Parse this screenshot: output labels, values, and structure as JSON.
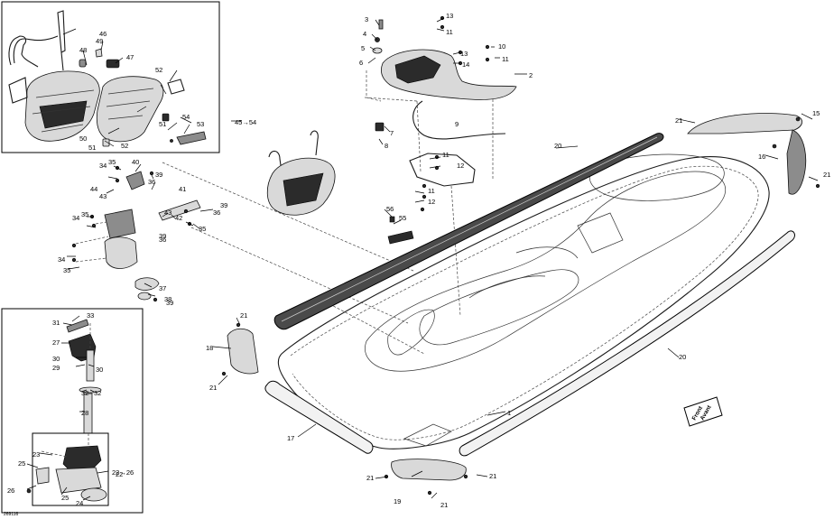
{
  "diagram": {
    "drawing_code": "269116",
    "front_marker": {
      "line1": "Front",
      "line2": "Avant"
    }
  },
  "callouts": [
    {
      "id": "c1",
      "text": "1"
    },
    {
      "id": "c2",
      "text": "2"
    },
    {
      "id": "c3",
      "text": "3"
    },
    {
      "id": "c4",
      "text": "4"
    },
    {
      "id": "c5",
      "text": "5"
    },
    {
      "id": "c6",
      "text": "6"
    },
    {
      "id": "c7",
      "text": "7"
    },
    {
      "id": "c8",
      "text": "8"
    },
    {
      "id": "c9",
      "text": "9"
    },
    {
      "id": "c10",
      "text": "10"
    },
    {
      "id": "c11a",
      "text": "11"
    },
    {
      "id": "c11b",
      "text": "11"
    },
    {
      "id": "c11c",
      "text": "11"
    },
    {
      "id": "c11d",
      "text": "11"
    },
    {
      "id": "c12a",
      "text": "12"
    },
    {
      "id": "c12b",
      "text": "12"
    },
    {
      "id": "c13a",
      "text": "13"
    },
    {
      "id": "c13b",
      "text": "13"
    },
    {
      "id": "c14",
      "text": "14"
    },
    {
      "id": "c15",
      "text": "15"
    },
    {
      "id": "c16",
      "text": "16"
    },
    {
      "id": "c17",
      "text": "17"
    },
    {
      "id": "c18",
      "text": "18"
    },
    {
      "id": "c19",
      "text": "19"
    },
    {
      "id": "c20a",
      "text": "20"
    },
    {
      "id": "c20b",
      "text": "20"
    },
    {
      "id": "c21a",
      "text": "21"
    },
    {
      "id": "c21b",
      "text": "21"
    },
    {
      "id": "c21c",
      "text": "21"
    },
    {
      "id": "c21d",
      "text": "21"
    },
    {
      "id": "c21e",
      "text": "21"
    },
    {
      "id": "c21f",
      "text": "21"
    },
    {
      "id": "c21g",
      "text": "21"
    },
    {
      "id": "c22",
      "text": "22"
    },
    {
      "id": "c22_26",
      "text": "22→26"
    },
    {
      "id": "c23",
      "text": "23"
    },
    {
      "id": "c24",
      "text": "24"
    },
    {
      "id": "c25a",
      "text": "25"
    },
    {
      "id": "c25b",
      "text": "25"
    },
    {
      "id": "c26",
      "text": "26"
    },
    {
      "id": "c27",
      "text": "27"
    },
    {
      "id": "c28",
      "text": "28"
    },
    {
      "id": "c29",
      "text": "29"
    },
    {
      "id": "c30a",
      "text": "30"
    },
    {
      "id": "c30b",
      "text": "30"
    },
    {
      "id": "c31",
      "text": "31"
    },
    {
      "id": "c32a",
      "text": "32"
    },
    {
      "id": "c32b",
      "text": "32"
    },
    {
      "id": "c33",
      "text": "33"
    },
    {
      "id": "c34a",
      "text": "34"
    },
    {
      "id": "c34b",
      "text": "34"
    },
    {
      "id": "c34c",
      "text": "34"
    },
    {
      "id": "c35a",
      "text": "35"
    },
    {
      "id": "c35b",
      "text": "35"
    },
    {
      "id": "c35c",
      "text": "35"
    },
    {
      "id": "c35d",
      "text": "35"
    },
    {
      "id": "c36a",
      "text": "36"
    },
    {
      "id": "c36b",
      "text": "36"
    },
    {
      "id": "c36c",
      "text": "36"
    },
    {
      "id": "c37",
      "text": "37"
    },
    {
      "id": "c38",
      "text": "38"
    },
    {
      "id": "c39a",
      "text": "39"
    },
    {
      "id": "c39b",
      "text": "39"
    },
    {
      "id": "c39c",
      "text": "39"
    },
    {
      "id": "c39d",
      "text": "39"
    },
    {
      "id": "c40",
      "text": "40"
    },
    {
      "id": "c41",
      "text": "41"
    },
    {
      "id": "c42",
      "text": "42"
    },
    {
      "id": "c43a",
      "text": "43"
    },
    {
      "id": "c43b",
      "text": "43"
    },
    {
      "id": "c44",
      "text": "44"
    },
    {
      "id": "c45_54",
      "text": "45→54"
    },
    {
      "id": "c46",
      "text": "46"
    },
    {
      "id": "c47",
      "text": "47"
    },
    {
      "id": "c48",
      "text": "48"
    },
    {
      "id": "c49",
      "text": "49"
    },
    {
      "id": "c50",
      "text": "50"
    },
    {
      "id": "c51a",
      "text": "51"
    },
    {
      "id": "c51b",
      "text": "51"
    },
    {
      "id": "c52a",
      "text": "52"
    },
    {
      "id": "c52b",
      "text": "52"
    },
    {
      "id": "c53",
      "text": "53"
    },
    {
      "id": "c54",
      "text": "54"
    },
    {
      "id": "c55",
      "text": "55"
    },
    {
      "id": "c56",
      "text": "56"
    }
  ]
}
